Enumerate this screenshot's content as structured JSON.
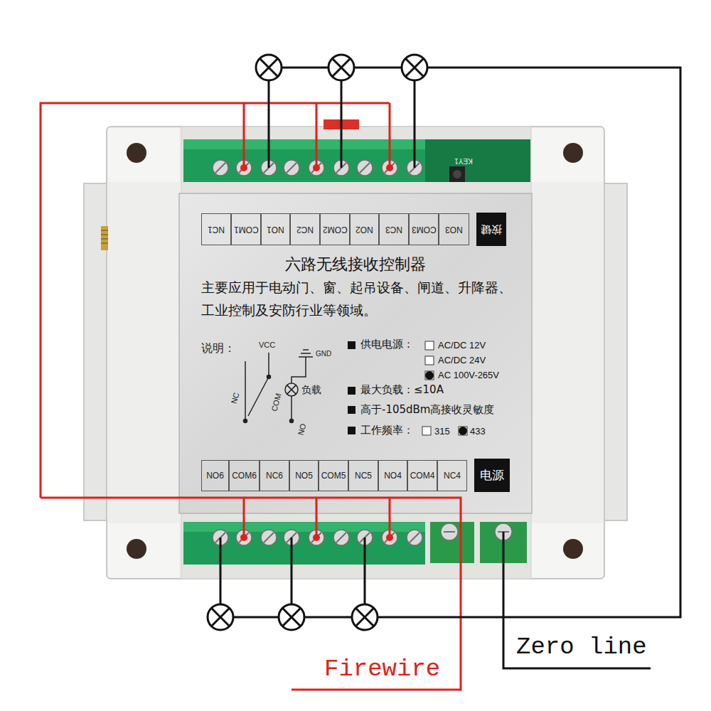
{
  "diagram": {
    "nodes": [
      {
        "text": [
          "六路无线接收控制器",
          "主要应用于电动门、窗、起吊设备、闸道、升降器、 工业控制及安防行业等领域。"
        ]
      },
      {
        "text": [
          "NC1"
        ],
        "in": 0
      },
      {
        "text": [
          "COM1"
        ],
        "in": 0
      },
      {
        "text": [
          "NO1"
        ],
        "in": 0
      },
      {
        "text": [
          "NC2"
        ],
        "in": 0
      },
      {
        "text": [
          "COM2"
        ],
        "in": 0
      },
      {
        "text": [
          "NO2"
        ],
        "in": 0
      },
      {
        "text": [
          "NC3"
        ],
        "in": 0
      },
      {
        "text": [
          "COM3"
        ],
        "in": 0
      },
      {
        "text": [
          "NO3"
        ],
        "in": 0
      },
      {
        "text": [
          "按键"
        ],
        "in": 0
      },
      {
        "text": [
          "NO6"
        ],
        "in": 0
      },
      {
        "text": [
          "COM6"
        ],
        "in": 0
      },
      {
        "text": [
          "NC6"
        ],
        "in": 0
      },
      {
        "text": [
          "NO5"
        ],
        "in": 0
      },
      {
        "text": [
          "COM5"
        ],
        "in": 0
      },
      {
        "text": [
          "NC5"
        ],
        "in": 0
      },
      {
        "text": [
          "NO4"
        ],
        "in": 0
      },
      {
        "text": [
          "COM4"
        ],
        "in": 0
      },
      {
        "text": [
          "NC4"
        ],
        "in": 0
      },
      {
        "text": [
          "电源"
        ],
        "in": 0
      }
    ],
    "labels": [
      "KEY1",
      "说明：",
      "VCC",
      "GND",
      "负载",
      "NC",
      "COM",
      "NO",
      "供电电源：",
      "AC/DC 12V",
      "AC/DC 24V",
      "AC 100V-265V",
      "最大负载：≤10A",
      "高于-105dBm高接收灵敏度",
      "工作频率：",
      "315",
      "433",
      "Firewire",
      "Zero line"
    ]
  }
}
